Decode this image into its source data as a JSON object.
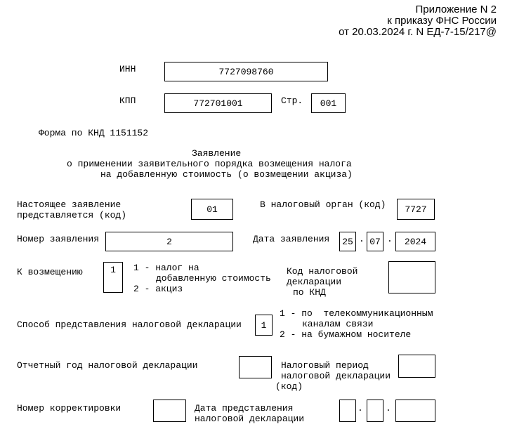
{
  "header": {
    "line1": "Приложение N 2",
    "line2": "к приказу ФНС России",
    "line3": "от 20.03.2024 г. N ЕД-7-15/217@"
  },
  "inn": {
    "label": "ИНН",
    "value": "7727098760"
  },
  "kpp": {
    "label": "КПП",
    "value": "772701001"
  },
  "page_field": {
    "label": "Стр.",
    "value": "001"
  },
  "knd_form_label": "Форма по КНД 1151152",
  "title": {
    "line1": "Заявление",
    "line2": "о применении заявительного порядка возмещения налога",
    "line3": "на добавленную стоимость (о возмещении акциза)"
  },
  "submission": {
    "label_line1": "Настоящее заявление",
    "label_line2": "представляется (код)",
    "code": "01",
    "tax_authority_label": "В налоговый орган (код)",
    "tax_authority_code": "7727"
  },
  "application": {
    "number_label": "Номер заявления",
    "number": "2",
    "date_label": "Дата заявления",
    "date_day": "25",
    "date_month": "07",
    "date_year": "2024"
  },
  "refund": {
    "label": "К возмещению",
    "code": "1",
    "option1_line1": "1 - налог на",
    "option1_line2": "добавленную стоимость",
    "option2": "2 - акциз",
    "decl_label_line1": "Код налоговой",
    "decl_label_line2": "декларации",
    "decl_label_line3": "по КНД",
    "decl_code": ""
  },
  "method": {
    "label": "Способ представления налоговой декларации",
    "code": "1",
    "option1_line1": "1 - по  телекоммуникационным",
    "option1_line2": "каналам связи",
    "option2": "2 - на бумажном носителе"
  },
  "reporting": {
    "year_label": "Отчетный год налоговой декларации",
    "year_value": "",
    "period_label_line1": "Налоговый период",
    "period_label_line2": "налоговой декларации",
    "period_label_line3": "(код)",
    "period_value": ""
  },
  "correction": {
    "label": "Номер корректировки",
    "value": "",
    "date_label_line1": "Дата представления",
    "date_label_line2": "налоговой декларации",
    "day": "",
    "month": "",
    "year": ""
  },
  "punctuation": {
    "dot": "."
  }
}
